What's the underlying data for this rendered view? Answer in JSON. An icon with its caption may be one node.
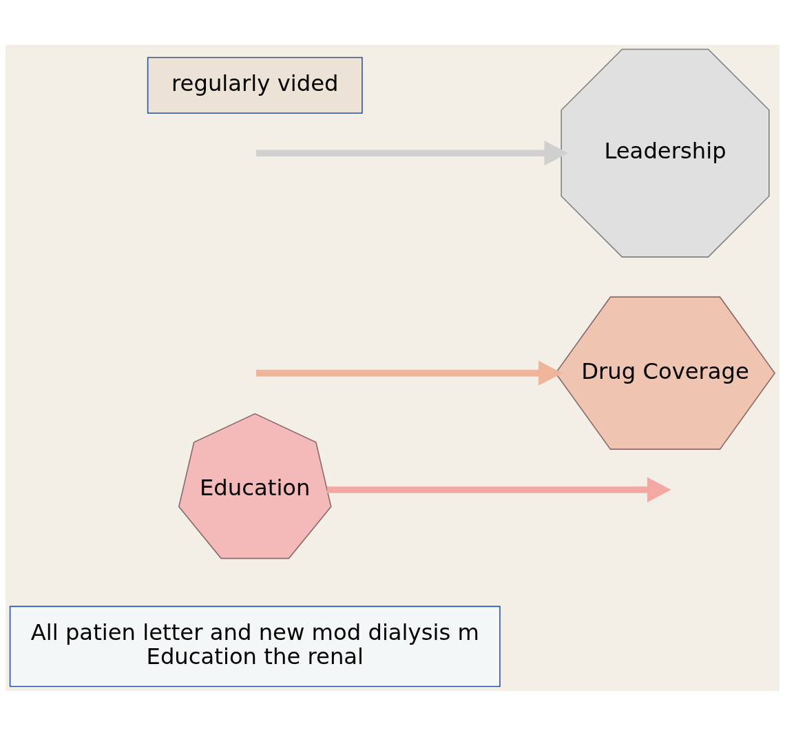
{
  "diagram": {
    "nodes": [
      {
        "text": [
          "All patien letter and new mod dialysis m",
          "Education the renal"
        ]
      },
      {
        "text": [
          "Education"
        ]
      },
      {
        "text": [
          "Drug Coverage"
        ]
      },
      {
        "text": [
          "Leadership"
        ]
      },
      {
        "text": [
          "regularly vided"
        ]
      }
    ],
    "edges": [
      {
        "from": 1,
        "to": null,
        "arrow": "to",
        "color": "#f2a9a4"
      },
      {
        "from": null,
        "to": 2,
        "arrow": "to",
        "color": "#f0b49a"
      },
      {
        "from": null,
        "to": 3,
        "arrow": "to",
        "color": "#d0d0d0"
      }
    ]
  }
}
